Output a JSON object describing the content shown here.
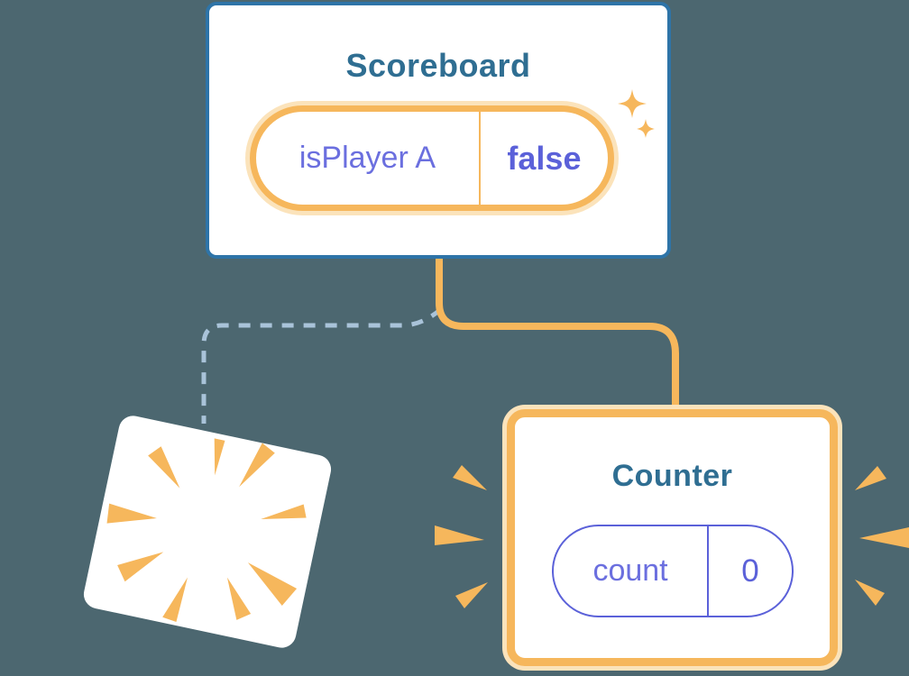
{
  "diagram": {
    "background_color": "#4c6770",
    "kind": "react-component-state-tree"
  },
  "colors": {
    "card_background": "#ffffff",
    "component_border_blue": "#2e74a8",
    "component_title_teal": "#2f6e92",
    "highlight_orange": "#f6b75c",
    "highlight_glow": "#fbe3bb",
    "state_purple": "#5b61d9",
    "state_name_purple": "#6b6fdf",
    "removed_link_dash_blue": "#a9c3d9"
  },
  "scoreboard_component": {
    "title": "Scoreboard",
    "state": {
      "name": "isPlayer A",
      "value": "false"
    }
  },
  "counter_component": {
    "title": "Counter",
    "state": {
      "name": "count",
      "value": "0"
    }
  },
  "icons": {
    "sparkles": "four-point-sparkle-stars",
    "burst": "destroyed-component-burst",
    "emphasis": "attention-wedge-marks"
  }
}
